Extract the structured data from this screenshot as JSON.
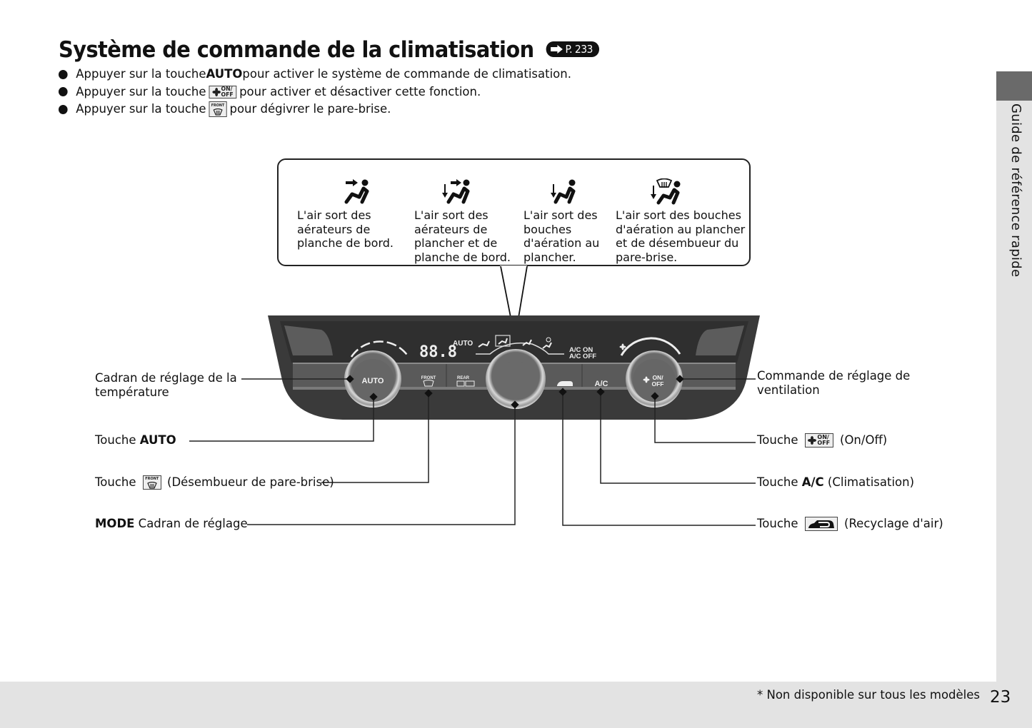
{
  "header": {
    "title": "Système de commande de la climatisation",
    "page_ref": "P. 233"
  },
  "bullets": [
    {
      "before": "Appuyer sur la touche ",
      "bold": "AUTO",
      "after": " pour activer le système de commande de climatisation."
    },
    {
      "before": "Appuyer sur la touche ",
      "key": "fan-on-off-key",
      "after": " pour activer et désactiver cette fonction."
    },
    {
      "before": "Appuyer sur la touche ",
      "key": "front-defrost-key",
      "after": " pour dégivrer le pare-brise."
    }
  ],
  "key_text": {
    "on": "ON/",
    "off": "OFF",
    "front": "FRONT",
    "rear": "REAR",
    "auto": "AUTO",
    "ac": "A/C",
    "ac_on": "A/C ON",
    "ac_off": "A/C OFF",
    "display_temp": "88.8"
  },
  "modes": [
    {
      "icon": "vent-face-icon",
      "text": [
        "L'air sort des",
        "aérateurs de",
        "planche de bord."
      ]
    },
    {
      "icon": "vent-floor-face-icon",
      "text": [
        "L'air sort des",
        "aérateurs de",
        "plancher et de",
        "planche de bord."
      ]
    },
    {
      "icon": "vent-floor-icon",
      "text": [
        "L'air sort des",
        "bouches",
        "d'aération au",
        "plancher."
      ]
    },
    {
      "icon": "vent-floor-defrost-icon",
      "text": [
        "L'air sort des bouches",
        "d'aération au plancher",
        "et de désembueur du",
        "pare-brise."
      ]
    }
  ],
  "labels_left": {
    "temp_dial": [
      "Cadran de réglage de la",
      "température"
    ],
    "auto_button": {
      "prefix": "Touche ",
      "bold": "AUTO"
    },
    "defrost_button": {
      "prefix": "Touche ",
      "suffix": " (Désembueur de pare-brise)"
    },
    "mode_dial": {
      "bold": "MODE",
      "suffix": " Cadran de réglage"
    }
  },
  "labels_right": {
    "fan_dial": [
      "Commande de réglage de",
      "ventilation"
    ],
    "onoff_button": {
      "prefix": "Touche ",
      "suffix": " (On/Off)"
    },
    "ac_button": {
      "prefix": "Touche ",
      "bold": "A/C",
      "suffix": " (Climatisation)"
    },
    "recirc_button": {
      "prefix": "Touche ",
      "suffix": " (Recyclage d'air)"
    }
  },
  "side_tab": {
    "label": "Guide de référence rapide"
  },
  "footer": {
    "footnote": "* Non disponible sur tous les modèles",
    "page_number": "23"
  },
  "colors": {
    "panel_dark": "#3c3c3c",
    "panel_mid": "#5a5a5a",
    "side_tab_dark": "#6a6a6a",
    "side_tab_light": "#e3e3e3"
  }
}
